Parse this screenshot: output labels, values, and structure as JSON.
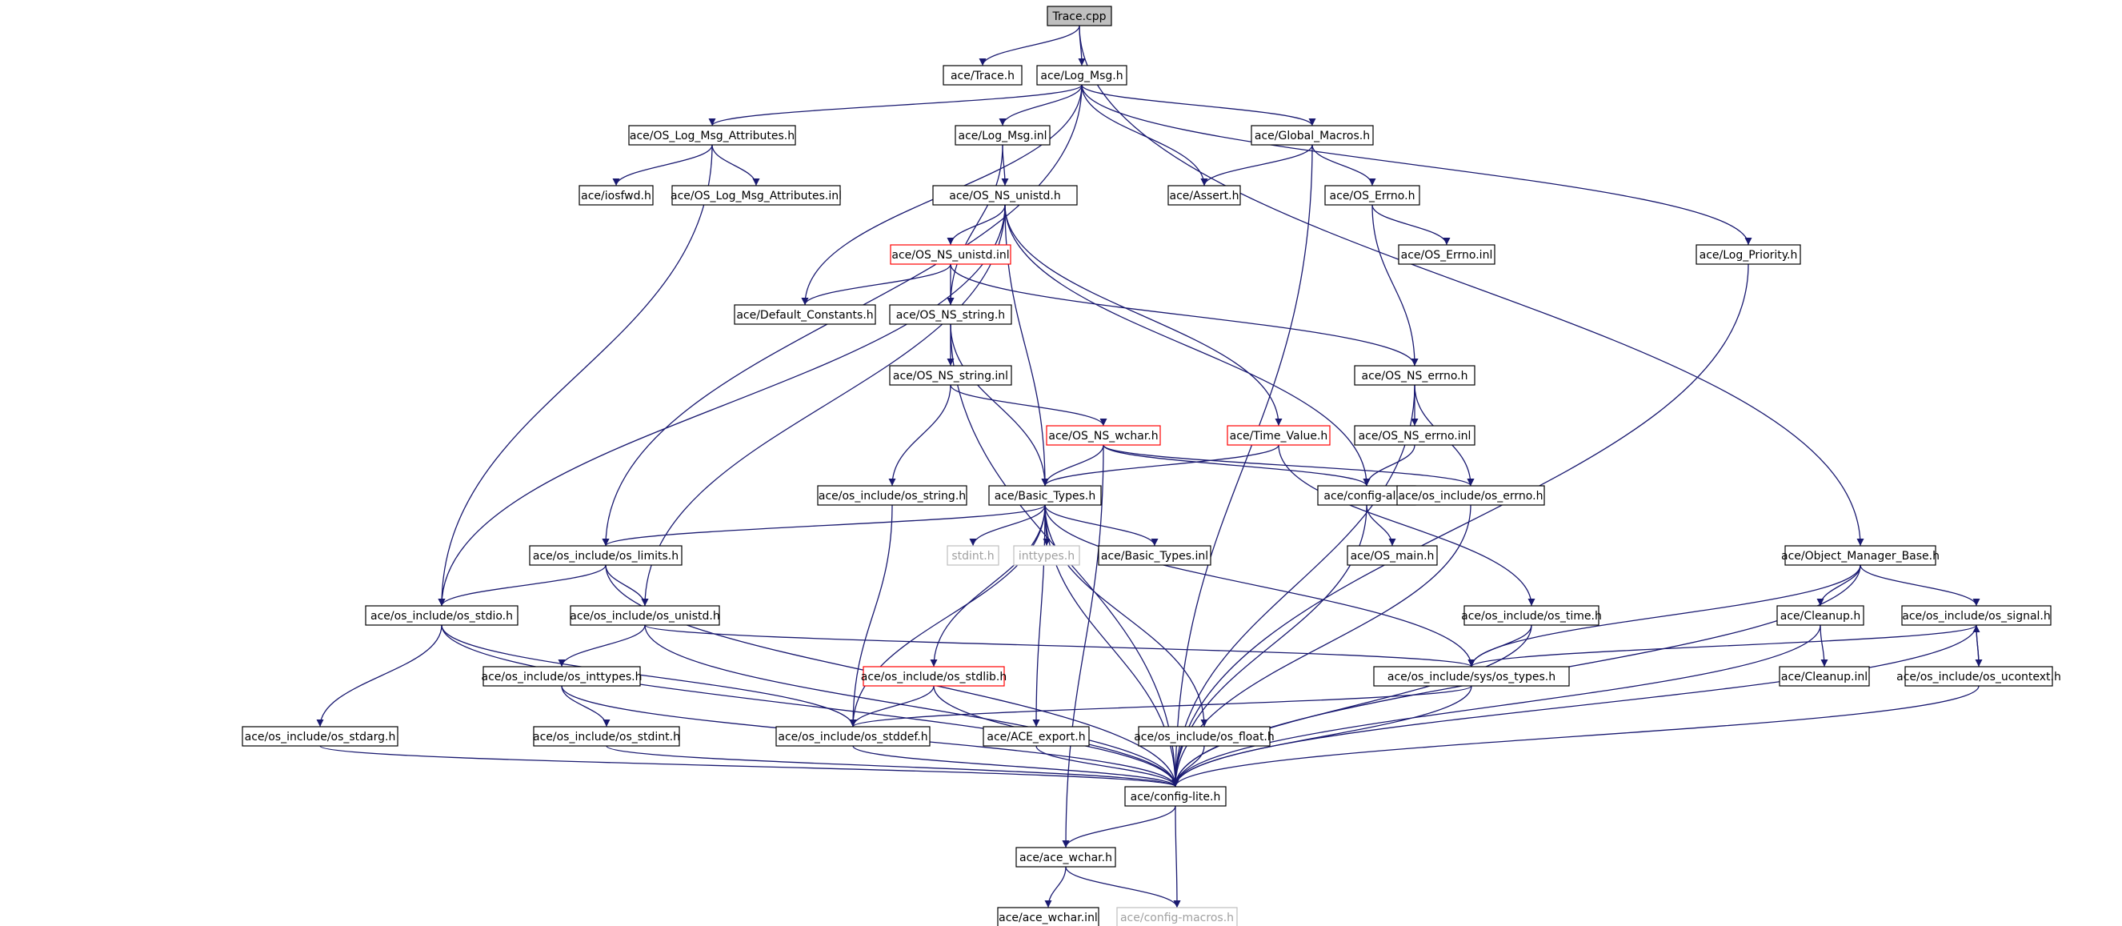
{
  "nodes": [
    {
      "id": "n0",
      "label": "Trace.cpp",
      "style": "root"
    },
    {
      "id": "n1",
      "label": "ace/Trace.h",
      "style": "normal"
    },
    {
      "id": "n2",
      "label": "ace/Log_Msg.h",
      "style": "normal"
    },
    {
      "id": "n3",
      "label": "ace/OS_Log_Msg_Attributes.h",
      "style": "normal"
    },
    {
      "id": "n4",
      "label": "ace/Log_Msg.inl",
      "style": "normal"
    },
    {
      "id": "n5",
      "label": "ace/Global_Macros.h",
      "style": "normal"
    },
    {
      "id": "n6",
      "label": "ace/iosfwd.h",
      "style": "normal"
    },
    {
      "id": "n7",
      "label": "ace/OS_Log_Msg_Attributes.inl",
      "style": "normal"
    },
    {
      "id": "n8",
      "label": "ace/OS_NS_unistd.h",
      "style": "normal"
    },
    {
      "id": "n9",
      "label": "ace/Assert.h",
      "style": "normal"
    },
    {
      "id": "n10",
      "label": "ace/OS_Errno.h",
      "style": "normal"
    },
    {
      "id": "n11",
      "label": "ace/OS_NS_unistd.inl",
      "style": "red"
    },
    {
      "id": "n12",
      "label": "ace/OS_Errno.inl",
      "style": "normal"
    },
    {
      "id": "n13",
      "label": "ace/Log_Priority.h",
      "style": "normal"
    },
    {
      "id": "n14",
      "label": "ace/Default_Constants.h",
      "style": "normal"
    },
    {
      "id": "n15",
      "label": "ace/OS_NS_string.h",
      "style": "normal"
    },
    {
      "id": "n16",
      "label": "ace/OS_NS_errno.h",
      "style": "normal"
    },
    {
      "id": "n17",
      "label": "ace/OS_NS_string.inl",
      "style": "normal"
    },
    {
      "id": "n18",
      "label": "ace/OS_NS_wchar.h",
      "style": "red"
    },
    {
      "id": "n19",
      "label": "ace/Time_Value.h",
      "style": "red"
    },
    {
      "id": "n20",
      "label": "ace/OS_NS_errno.inl",
      "style": "normal"
    },
    {
      "id": "n21",
      "label": "ace/os_include/os_string.h",
      "style": "normal"
    },
    {
      "id": "n22",
      "label": "ace/Basic_Types.h",
      "style": "normal"
    },
    {
      "id": "n23",
      "label": "ace/config-all.h",
      "style": "normal"
    },
    {
      "id": "n24",
      "label": "ace/os_include/os_errno.h",
      "style": "normal"
    },
    {
      "id": "n25",
      "label": "ace/os_include/os_limits.h",
      "style": "normal"
    },
    {
      "id": "n26",
      "label": "stdint.h",
      "style": "gray"
    },
    {
      "id": "n27",
      "label": "inttypes.h",
      "style": "gray"
    },
    {
      "id": "n28",
      "label": "ace/Basic_Types.inl",
      "style": "normal"
    },
    {
      "id": "n29",
      "label": "ace/OS_main.h",
      "style": "normal"
    },
    {
      "id": "n30",
      "label": "ace/Object_Manager_Base.h",
      "style": "normal"
    },
    {
      "id": "n31",
      "label": "ace/os_include/os_stdio.h",
      "style": "normal"
    },
    {
      "id": "n32",
      "label": "ace/os_include/os_unistd.h",
      "style": "normal"
    },
    {
      "id": "n33",
      "label": "ace/os_include/os_time.h",
      "style": "normal"
    },
    {
      "id": "n34",
      "label": "ace/Cleanup.h",
      "style": "normal"
    },
    {
      "id": "n35",
      "label": "ace/os_include/os_signal.h",
      "style": "normal"
    },
    {
      "id": "n36",
      "label": "ace/os_include/os_inttypes.h",
      "style": "normal"
    },
    {
      "id": "n37",
      "label": "ace/os_include/os_stdlib.h",
      "style": "red"
    },
    {
      "id": "n38",
      "label": "ace/os_include/sys/os_types.h",
      "style": "normal"
    },
    {
      "id": "n39",
      "label": "ace/Cleanup.inl",
      "style": "normal"
    },
    {
      "id": "n40",
      "label": "ace/os_include/os_ucontext.h",
      "style": "normal"
    },
    {
      "id": "n41",
      "label": "ace/os_include/os_stdarg.h",
      "style": "normal"
    },
    {
      "id": "n42",
      "label": "ace/os_include/os_stdint.h",
      "style": "normal"
    },
    {
      "id": "n43",
      "label": "ace/os_include/os_stddef.h",
      "style": "normal"
    },
    {
      "id": "n44",
      "label": "ace/ACE_export.h",
      "style": "normal"
    },
    {
      "id": "n45",
      "label": "ace/os_include/os_float.h",
      "style": "normal"
    },
    {
      "id": "n46",
      "label": "ace/config-lite.h",
      "style": "normal"
    },
    {
      "id": "n47",
      "label": "ace/ace_wchar.h",
      "style": "normal"
    },
    {
      "id": "n48",
      "label": "ace/ace_wchar.inl",
      "style": "normal"
    },
    {
      "id": "n49",
      "label": "ace/config-macros.h",
      "style": "gray"
    }
  ],
  "edges": [
    [
      "n0",
      "n1"
    ],
    [
      "n0",
      "n2"
    ],
    [
      "n0",
      "n30"
    ],
    [
      "n2",
      "n3"
    ],
    [
      "n2",
      "n4"
    ],
    [
      "n2",
      "n5"
    ],
    [
      "n2",
      "n9"
    ],
    [
      "n2",
      "n13"
    ],
    [
      "n2",
      "n14"
    ],
    [
      "n2",
      "n25"
    ],
    [
      "n3",
      "n6"
    ],
    [
      "n3",
      "n7"
    ],
    [
      "n3",
      "n31"
    ],
    [
      "n4",
      "n8"
    ],
    [
      "n4",
      "n15"
    ],
    [
      "n5",
      "n9"
    ],
    [
      "n5",
      "n10"
    ],
    [
      "n5",
      "n46"
    ],
    [
      "n10",
      "n12"
    ],
    [
      "n10",
      "n16"
    ],
    [
      "n8",
      "n11"
    ],
    [
      "n8",
      "n22"
    ],
    [
      "n8",
      "n23"
    ],
    [
      "n8",
      "n19"
    ],
    [
      "n8",
      "n31"
    ],
    [
      "n8",
      "n32"
    ],
    [
      "n11",
      "n14"
    ],
    [
      "n11",
      "n15"
    ],
    [
      "n11",
      "n16"
    ],
    [
      "n15",
      "n17"
    ],
    [
      "n15",
      "n22"
    ],
    [
      "n15",
      "n46"
    ],
    [
      "n17",
      "n18"
    ],
    [
      "n17",
      "n21"
    ],
    [
      "n16",
      "n20"
    ],
    [
      "n16",
      "n24"
    ],
    [
      "n16",
      "n46"
    ],
    [
      "n20",
      "n23"
    ],
    [
      "n18",
      "n22"
    ],
    [
      "n18",
      "n23"
    ],
    [
      "n18",
      "n24"
    ],
    [
      "n18",
      "n47"
    ],
    [
      "n19",
      "n22"
    ],
    [
      "n19",
      "n33"
    ],
    [
      "n21",
      "n43"
    ],
    [
      "n22",
      "n25"
    ],
    [
      "n22",
      "n26"
    ],
    [
      "n22",
      "n27"
    ],
    [
      "n22",
      "n28"
    ],
    [
      "n22",
      "n37"
    ],
    [
      "n22",
      "n43"
    ],
    [
      "n22",
      "n44"
    ],
    [
      "n22",
      "n45"
    ],
    [
      "n22",
      "n38"
    ],
    [
      "n22",
      "n46"
    ],
    [
      "n23",
      "n29"
    ],
    [
      "n23",
      "n46"
    ],
    [
      "n24",
      "n46"
    ],
    [
      "n25",
      "n31"
    ],
    [
      "n25",
      "n32"
    ],
    [
      "n25",
      "n46"
    ],
    [
      "n31",
      "n41"
    ],
    [
      "n31",
      "n43"
    ],
    [
      "n31",
      "n46"
    ],
    [
      "n32",
      "n36"
    ],
    [
      "n32",
      "n38"
    ],
    [
      "n32",
      "n46"
    ],
    [
      "n33",
      "n38"
    ],
    [
      "n33",
      "n46"
    ],
    [
      "n30",
      "n34"
    ],
    [
      "n30",
      "n35"
    ],
    [
      "n30",
      "n38"
    ],
    [
      "n30",
      "n46"
    ],
    [
      "n34",
      "n39"
    ],
    [
      "n34",
      "n46"
    ],
    [
      "n35",
      "n38"
    ],
    [
      "n35",
      "n40"
    ],
    [
      "n35",
      "n46"
    ],
    [
      "n40",
      "n35"
    ],
    [
      "n40",
      "n46"
    ],
    [
      "n36",
      "n42"
    ],
    [
      "n36",
      "n46"
    ],
    [
      "n37",
      "n43"
    ],
    [
      "n37",
      "n46"
    ],
    [
      "n38",
      "n43"
    ],
    [
      "n38",
      "n46"
    ],
    [
      "n41",
      "n46"
    ],
    [
      "n42",
      "n46"
    ],
    [
      "n43",
      "n46"
    ],
    [
      "n44",
      "n46"
    ],
    [
      "n45",
      "n46"
    ],
    [
      "n13",
      "n46"
    ],
    [
      "n46",
      "n47"
    ],
    [
      "n46",
      "n49"
    ],
    [
      "n47",
      "n48"
    ],
    [
      "n47",
      "n49"
    ]
  ],
  "colors": {
    "edge": "#191970",
    "normal_border": "#000000",
    "red_border": "#ff0000",
    "gray_border": "#bfbfbf",
    "root_fill": "#bfbfbf",
    "gray_text": "#a0a0a0"
  }
}
